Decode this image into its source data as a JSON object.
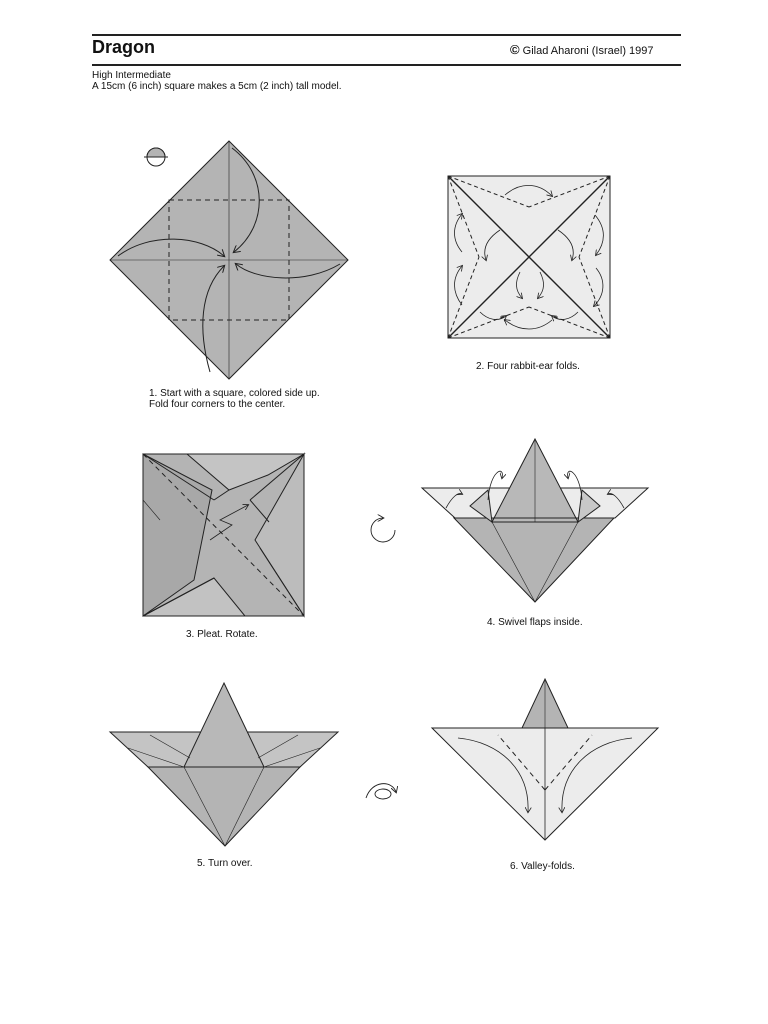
{
  "header": {
    "title": "Dragon",
    "copyright_symbol": "©",
    "copyright_text": "Gilad Aharoni (Israel) 1997"
  },
  "intro": {
    "level": "High Intermediate",
    "size_note": "A 15cm (6 inch) square makes a 5cm (2 inch) tall model."
  },
  "steps": [
    {
      "caption_line1": "1. Start with a square, colored side up.",
      "caption_line2": "Fold four corners to the center."
    },
    {
      "caption_line1": "2. Four rabbit-ear folds."
    },
    {
      "caption_line1": "3. Pleat. Rotate."
    },
    {
      "caption_line1": "4. Swivel flaps inside."
    },
    {
      "caption_line1": "5. Turn over."
    },
    {
      "caption_line1": "6. Valley-folds."
    }
  ],
  "colors": {
    "paper_colored": "#b4b4b4",
    "paper_white": "#ececec",
    "line": "#222222"
  }
}
